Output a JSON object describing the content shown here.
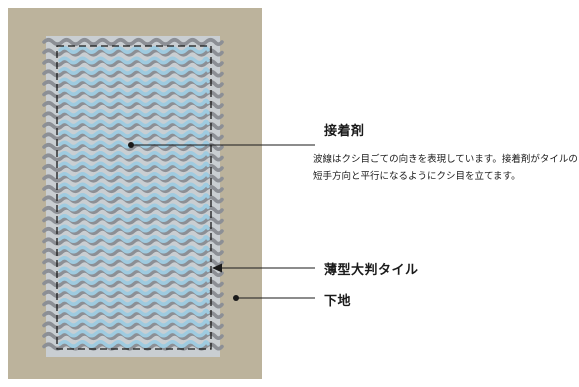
{
  "labels": {
    "adhesive": "接着剤",
    "adhesive_note": "波線はクシ目ごての向きを表現しています。接着剤がタイルの短手方向と平行になるようにクシ目を立てます。",
    "tile": "薄型大判タイル",
    "substrate": "下地"
  },
  "colors": {
    "substrate": "#bcb39c",
    "tile": "#c9ced2",
    "adhesive_wave": "#8c8f95",
    "tile_wave": "#9fcbe0",
    "line": "#1a1a1a"
  }
}
